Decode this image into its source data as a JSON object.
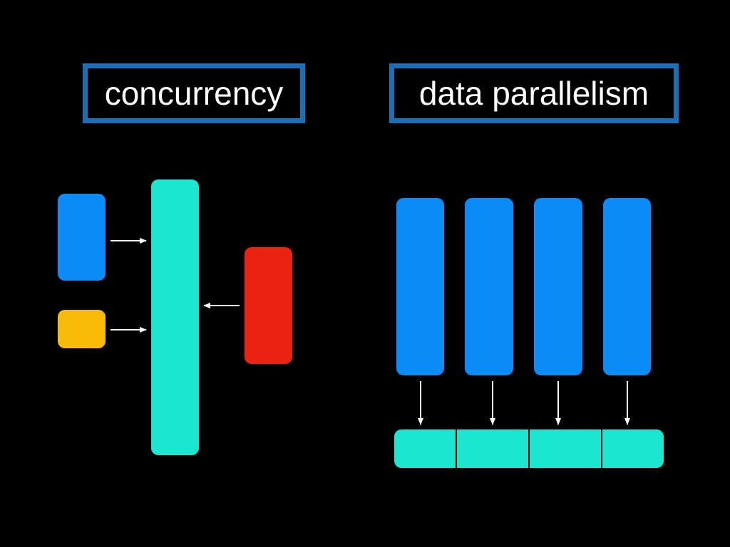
{
  "titles": {
    "concurrency": "concurrency",
    "data_parallelism": "data parallelism"
  },
  "colors": {
    "background": "#000000",
    "title_border": "#1a6fb5",
    "blue": "#0b8cf8",
    "yellow": "#f7bb08",
    "red": "#ec2312",
    "cyan": "#1ce6d0",
    "arrow": "#ffffff"
  },
  "diagram": {
    "concurrency": {
      "tasks": [
        {
          "name": "blue-task",
          "color": "blue",
          "arrow_direction": "right"
        },
        {
          "name": "yellow-task",
          "color": "yellow",
          "arrow_direction": "right"
        },
        {
          "name": "red-task",
          "color": "red",
          "arrow_direction": "left"
        }
      ],
      "shared_resource_color": "cyan"
    },
    "data_parallelism": {
      "worker_count": 4,
      "worker_color": "blue",
      "output_segments": 4,
      "output_color": "cyan",
      "arrow_direction": "down"
    }
  }
}
